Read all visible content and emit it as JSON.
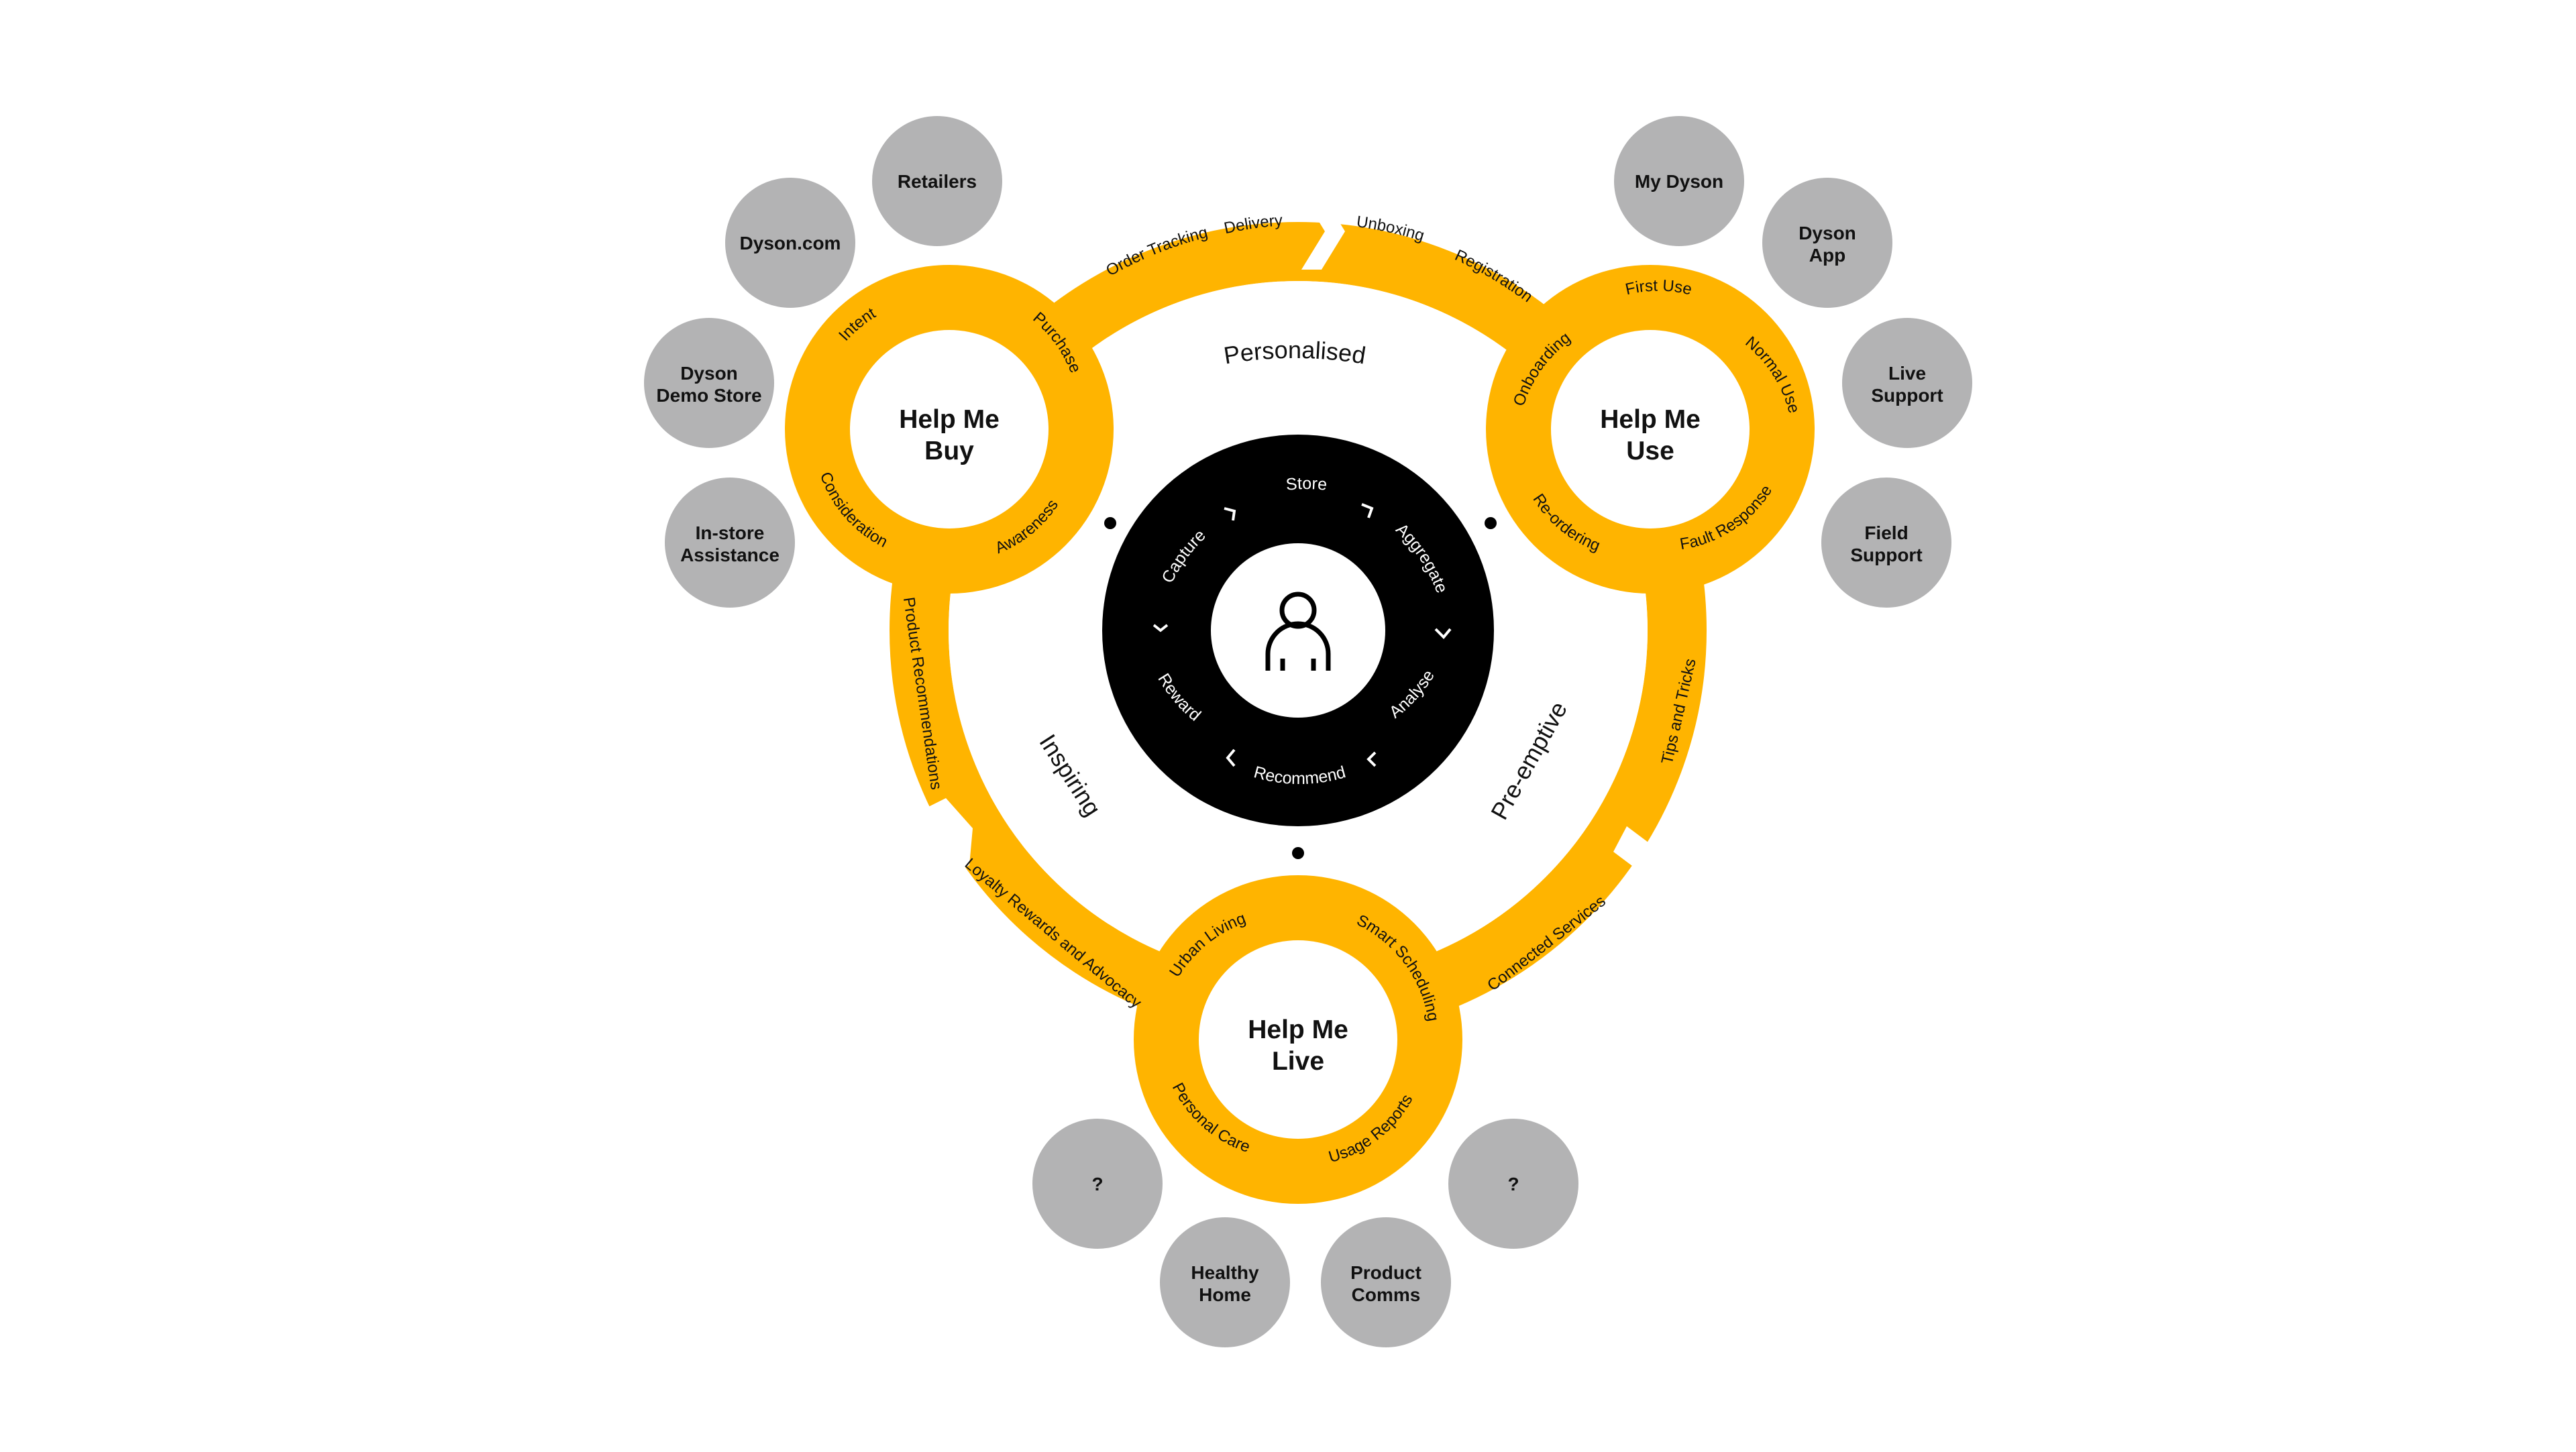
{
  "colors": {
    "accent": "#FFB400",
    "bubble": "#B3B3B4",
    "core": "#000000",
    "text": "#111111",
    "background": "#FFFFFF"
  },
  "center": {
    "icon": "person-icon",
    "loop": [
      "Store",
      "Aggregate",
      "Analyse",
      "Recommend",
      "Reward",
      "Capture"
    ]
  },
  "themes": {
    "personalised": "Personalised",
    "inspiring": "Inspiring",
    "pre_emptive": "Pre-emptive"
  },
  "hubs": {
    "buy": {
      "title_1": "Help Me",
      "title_2": "Buy",
      "stages": [
        "Intent",
        "Purchase",
        "Awareness",
        "Consideration"
      ]
    },
    "use": {
      "title_1": "Help Me",
      "title_2": "Use",
      "stages": [
        "First Use",
        "Normal Use",
        "Fault Response",
        "Re-ordering",
        "Onboarding"
      ]
    },
    "live": {
      "title_1": "Help Me",
      "title_2": "Live",
      "stages": [
        "Urban Living",
        "Smart Scheduling",
        "Usage Reports",
        "Personal Care"
      ]
    }
  },
  "connectors": {
    "buy_to_use": [
      "Order Tracking",
      "Delivery"
    ],
    "use_entry": [
      "Unboxing",
      "Registration"
    ],
    "use_to_live": [
      "Tips and Tricks",
      "Connected Services"
    ],
    "live_to_buy": [
      "Loyalty Rewards and Advocacy",
      "Product Recommendations"
    ]
  },
  "touchpoints": {
    "buy": [
      {
        "line1": "Retailers",
        "line2": ""
      },
      {
        "line1": "Dyson.com",
        "line2": ""
      },
      {
        "line1": "Dyson",
        "line2": "Demo Store"
      },
      {
        "line1": "In-store",
        "line2": "Assistance"
      }
    ],
    "use": [
      {
        "line1": "My Dyson",
        "line2": ""
      },
      {
        "line1": "Dyson",
        "line2": "App"
      },
      {
        "line1": "Live",
        "line2": "Support"
      },
      {
        "line1": "Field",
        "line2": "Support"
      }
    ],
    "live": [
      {
        "line1": "?",
        "line2": ""
      },
      {
        "line1": "Healthy",
        "line2": "Home"
      },
      {
        "line1": "Product",
        "line2": "Comms"
      },
      {
        "line1": "?",
        "line2": ""
      }
    ]
  }
}
